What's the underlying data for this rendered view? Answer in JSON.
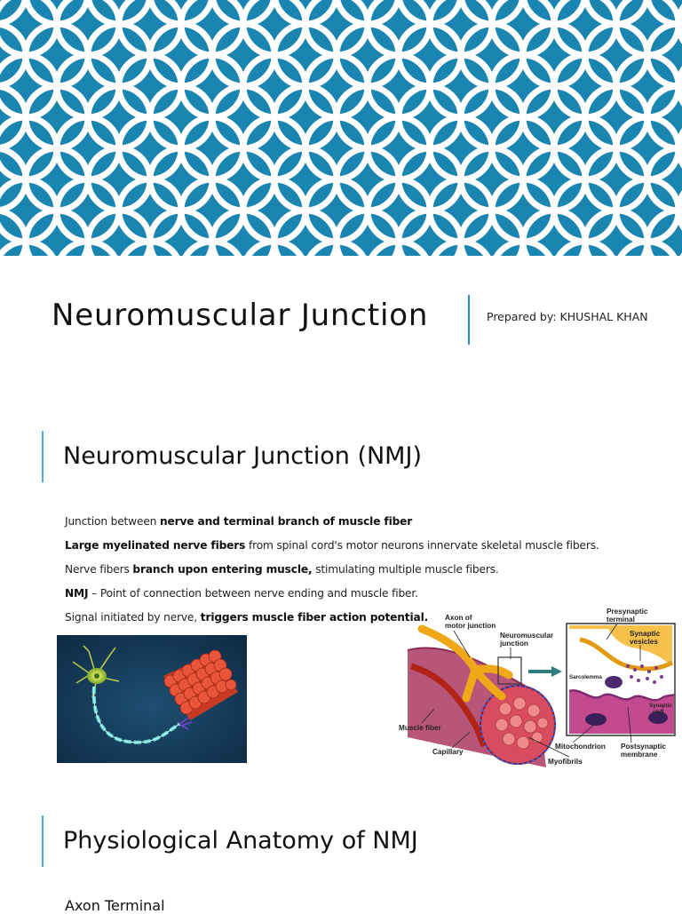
{
  "title_slide": {
    "title": "Neuromuscular Junction",
    "prepared_by": "Prepared by: KHUSHAL KHAN"
  },
  "theme": {
    "pattern_color": "#1a85b0",
    "accent_color": "#4bb0cf"
  },
  "slide2": {
    "heading": "Neuromuscular Junction (NMJ)",
    "bullets": [
      {
        "pre": "Junction between ",
        "bold": "nerve and terminal branch of muscle fiber",
        "post": ""
      },
      {
        "pre": "",
        "bold": "Large myelinated nerve fibers",
        "post": " from spinal cord's motor neurons innervate skeletal muscle fibers."
      },
      {
        "pre": "Nerve fibers ",
        "bold": "branch upon entering muscle,",
        "post": " stimulating multiple muscle fibers."
      },
      {
        "pre": "",
        "bold": "NMJ",
        "post": " – Point of connection between nerve ending and muscle fiber."
      },
      {
        "pre": "Signal initiated by nerve, ",
        "bold": "triggers muscle fiber action potential.",
        "post": ""
      }
    ],
    "diagram_labels": {
      "axon": "Axon of",
      "axon2": "motor junction",
      "nmj": "Neuromuscular",
      "nmj2": "junction",
      "presynaptic": "Presynaptic",
      "presynaptic2": "terminal",
      "vesicles": "Synaptic",
      "vesicles2": "vesicles",
      "sarcolemma": "Sarcolemma",
      "cleft": "Synaptic",
      "cleft2": "cleft",
      "muscle_fiber": "Muscle fiber",
      "capillary": "Capillary",
      "myofibrils": "Myofibrils",
      "mitochondrion": "Mitochondrion",
      "postsynaptic": "Postsynaptic",
      "postsynaptic2": "membrane"
    }
  },
  "slide3": {
    "heading": "Physiological Anatomy of NMJ",
    "first_item": "Axon Terminal"
  }
}
